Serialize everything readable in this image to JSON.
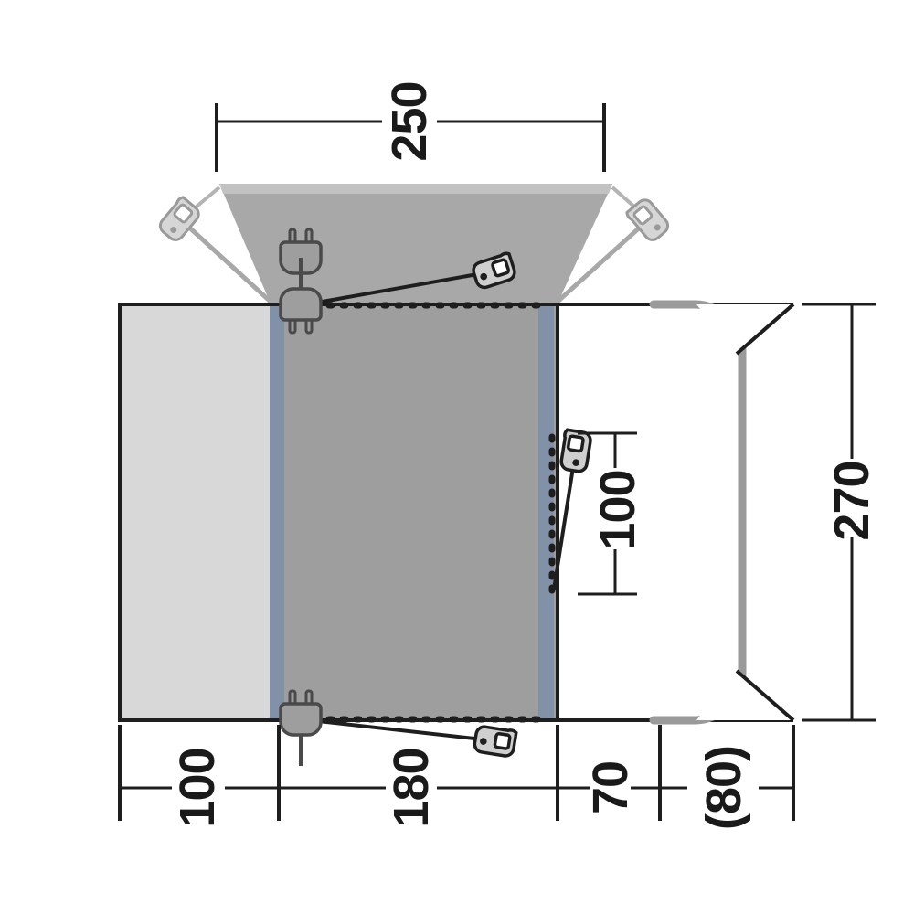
{
  "drawing": {
    "title": "Awning technical dimension drawing (plan view)",
    "units": "cm",
    "colors": {
      "canopy_fill": "#a8a8a8",
      "main_panel_fill": "#9e9e9e",
      "left_panel_fill": "#d8d8d8",
      "air_beam_fill": "#8091a8",
      "vehicle_outline": "#9a9a9a",
      "line_dark": "#1a1a1a",
      "guyline_light": "#a6a6a6",
      "peg_fill": "#d0d0d0",
      "background": "#ffffff"
    }
  },
  "dimensions": {
    "top_width": {
      "value": "250",
      "name": "canopy-front-width",
      "orientation": "horizontal",
      "position": "top"
    },
    "right_height": {
      "value": "270",
      "name": "overall-depth",
      "orientation": "vertical",
      "position": "right"
    },
    "inner_height": {
      "value": "100",
      "name": "side-door-height",
      "orientation": "vertical",
      "position": "inner-right"
    },
    "bottom": [
      {
        "value": "100",
        "name": "left-extension-width"
      },
      {
        "value": "180",
        "name": "main-body-width"
      },
      {
        "value": "70",
        "name": "right-section-width"
      },
      {
        "value": "(80)",
        "name": "vehicle-overlap-width"
      }
    ]
  },
  "icons": {
    "plug_top": "power-plug-icon",
    "plug_bottom": "power-plug-icon",
    "peg_top_left": "guyline-peg-icon",
    "peg_top_right": "guyline-peg-icon",
    "tensioner_top": "guyline-tensioner-icon",
    "tensioner_bottom": "guyline-tensioner-icon",
    "tensioner_side": "guyline-tensioner-icon"
  }
}
